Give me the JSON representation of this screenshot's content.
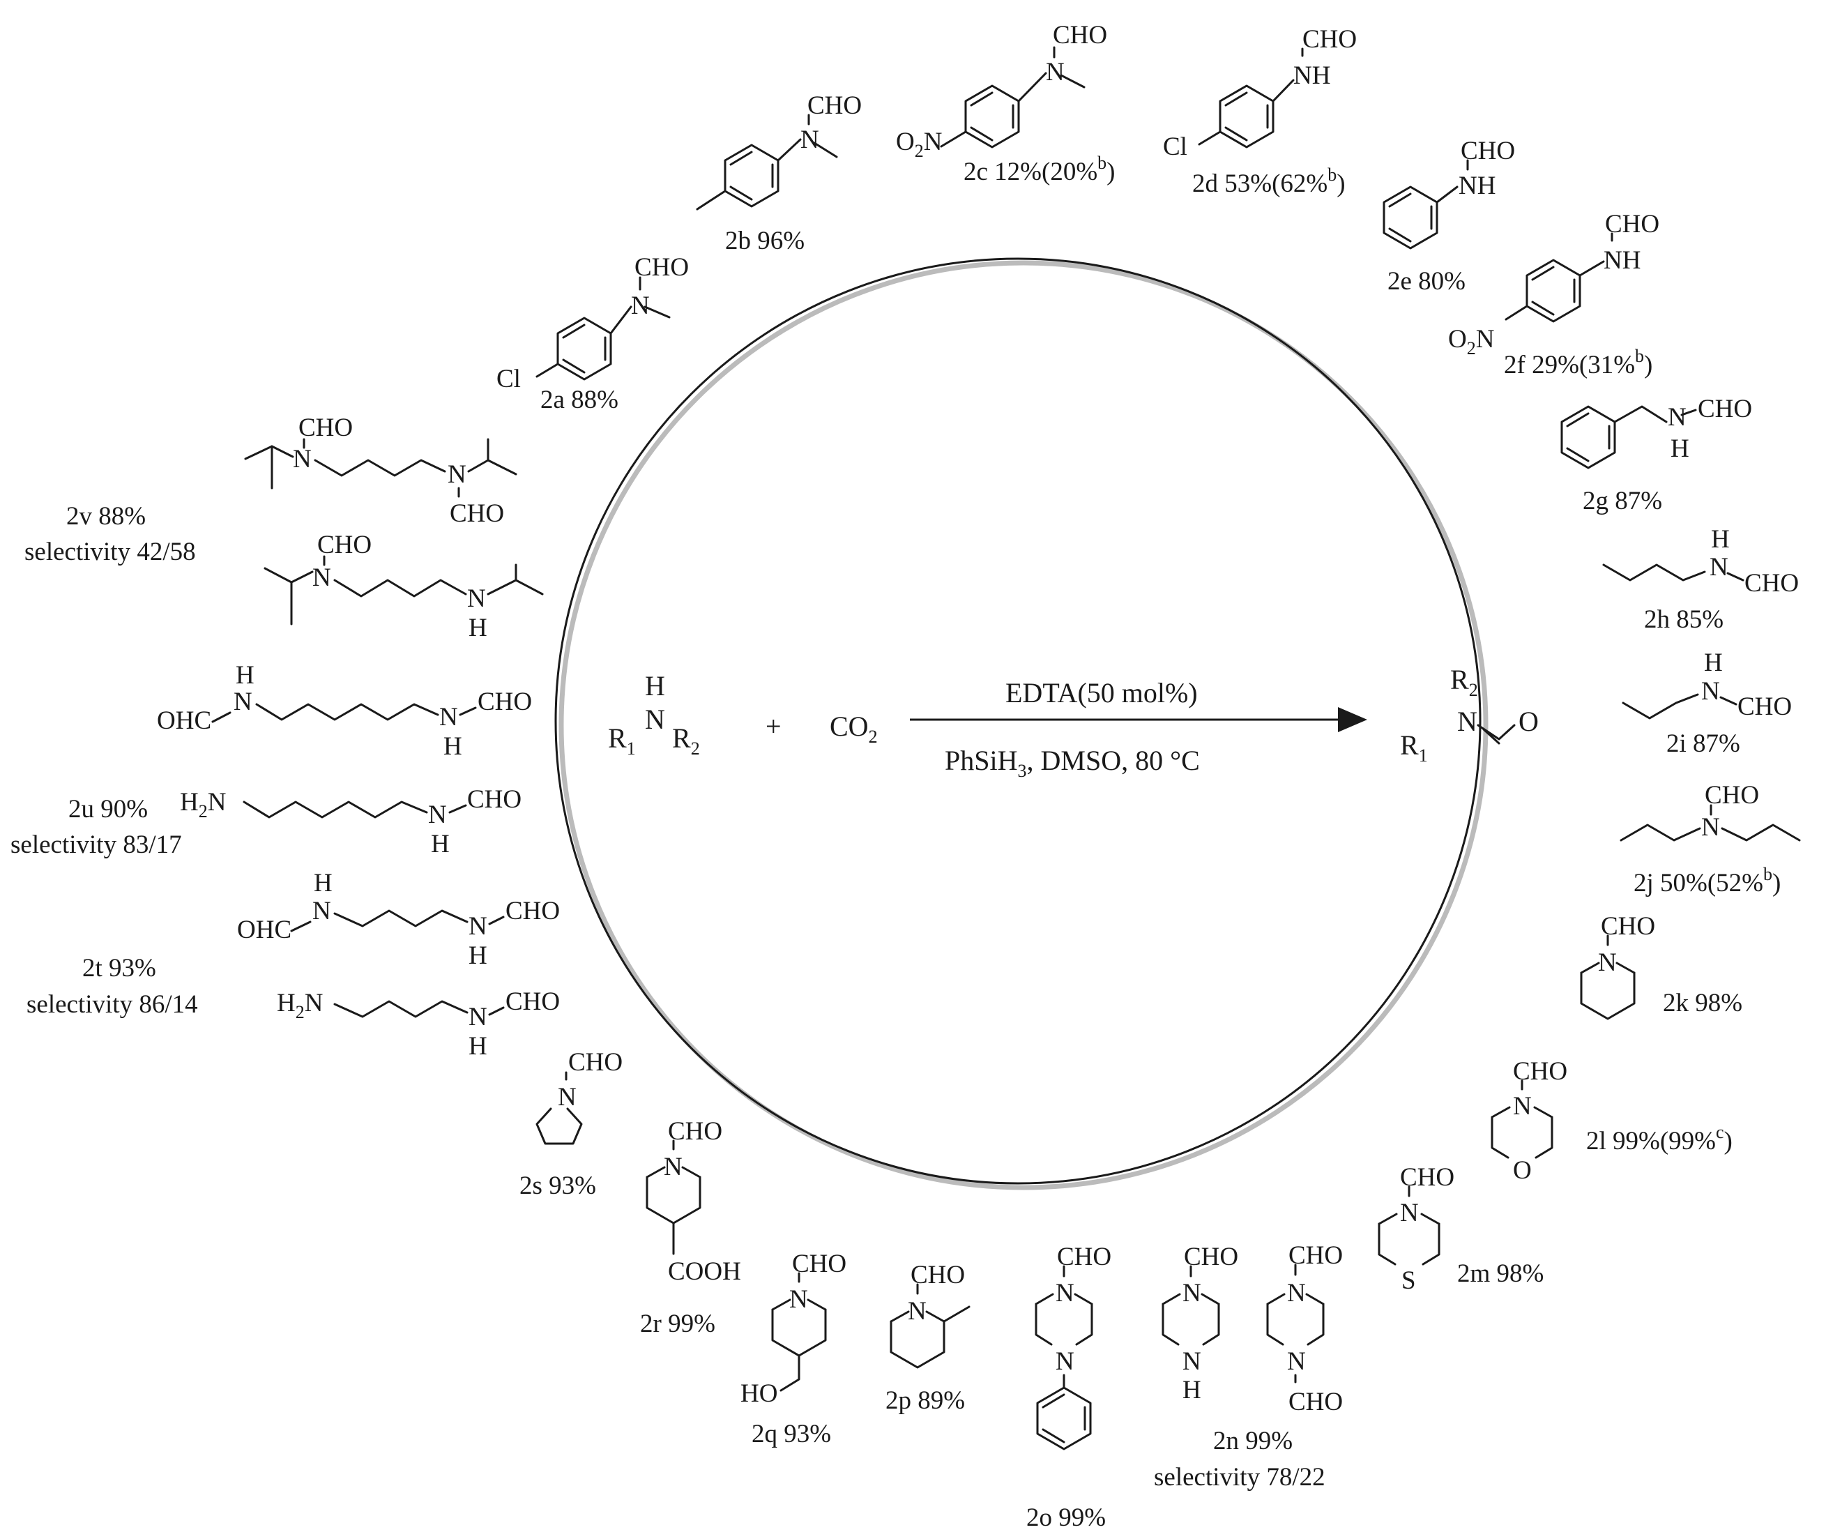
{
  "reaction": {
    "reactant_H": "H",
    "reactant_N": "N",
    "reactant_R1": "R",
    "reactant_R1_sub": "1",
    "reactant_R2": "R",
    "reactant_R2_sub": "2",
    "plus": "+",
    "co2": "CO",
    "co2_sub": "2",
    "condition_top": "EDTA(50 mol%)",
    "condition_bottom_a": "PhSiH",
    "condition_bottom_sub": "3",
    "condition_bottom_b": ", DMSO, 80 °C",
    "product_R2": "R",
    "product_R2_sub": "2",
    "product_R1": "R",
    "product_R1_sub": "1",
    "product_N": "N",
    "product_O": "O"
  },
  "products": [
    {
      "id": "2a",
      "caption": "2a 88%"
    },
    {
      "id": "2b",
      "caption": "2b 96%"
    },
    {
      "id": "2c",
      "caption": "2c 12%(20%",
      "sup": "b",
      ")": ")"
    },
    {
      "id": "2d",
      "caption": "2d 53%(62%",
      "sup": "b",
      ")": ")"
    },
    {
      "id": "2e",
      "caption": "2e 80%"
    },
    {
      "id": "2f",
      "caption": "2f 29%(31%",
      "sup": "b",
      ")": ")"
    },
    {
      "id": "2g",
      "caption": "2g 87%"
    },
    {
      "id": "2h",
      "caption": "2h 85%"
    },
    {
      "id": "2i",
      "caption": "2i 87%"
    },
    {
      "id": "2j",
      "caption": "2j 50%(52%",
      "sup": "b",
      ")": ")"
    },
    {
      "id": "2k",
      "caption": "2k 98%"
    },
    {
      "id": "2l",
      "caption": "2l 99%(99%",
      "sup": "c",
      ")": ")"
    },
    {
      "id": "2m",
      "caption": "2m 98%"
    },
    {
      "id": "2n",
      "caption": "2n 99%",
      "selectivity": "selectivity 78/22"
    },
    {
      "id": "2o",
      "caption": "2o 99%"
    },
    {
      "id": "2p",
      "caption": "2p 89%"
    },
    {
      "id": "2q",
      "caption": "2q 93%"
    },
    {
      "id": "2r",
      "caption": "2r 99%"
    },
    {
      "id": "2s",
      "caption": "2s 93%"
    },
    {
      "id": "2t",
      "caption": "2t 93%",
      "selectivity": "selectivity 86/14"
    },
    {
      "id": "2u",
      "caption": "2u 90%",
      "selectivity": "selectivity 83/17"
    },
    {
      "id": "2v",
      "caption": "2v 88%",
      "selectivity": "selectivity 42/58"
    }
  ],
  "atom_labels": {
    "cho": "CHO",
    "ohc": "OHC",
    "n": "N",
    "nh": "NH",
    "h": "H",
    "cl": "Cl",
    "o2n": "O",
    "o2n_sub": "2",
    "o2n_n": "N",
    "h2n": "H",
    "h2n_sub": "2",
    "h2n_n": "N",
    "cooh": "COOH",
    "ho": "HO",
    "o": "O",
    "s": "S"
  }
}
